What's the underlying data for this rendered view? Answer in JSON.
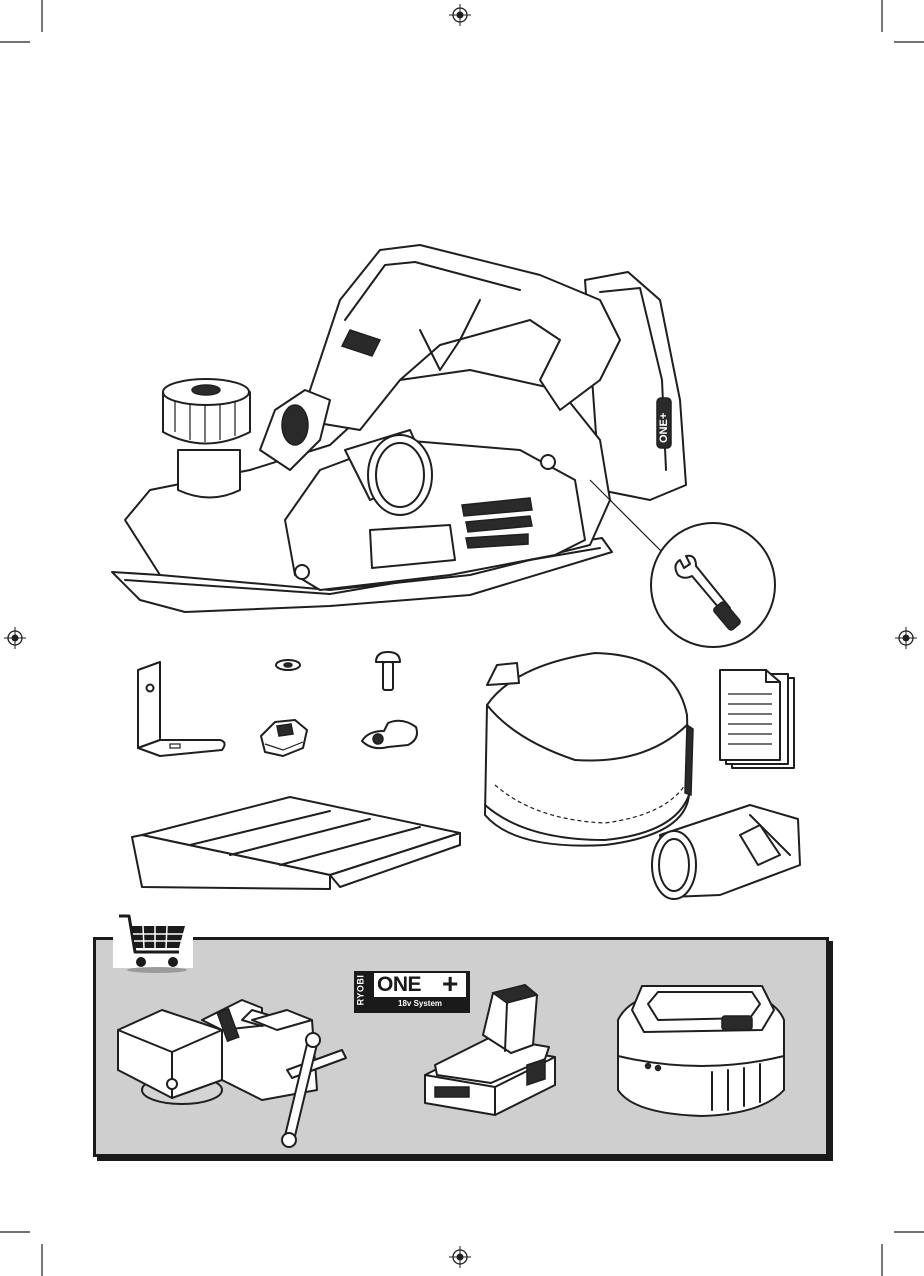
{
  "badge": {
    "brand": "RYOBI",
    "name": "ONE",
    "plus": "+",
    "system": "18v System"
  },
  "icons": {
    "registration_mark": "crosshair-circle-icon",
    "cart": "shopping-cart-icon",
    "wrench": "wrench-icon",
    "documents": "document-stack-icon"
  }
}
